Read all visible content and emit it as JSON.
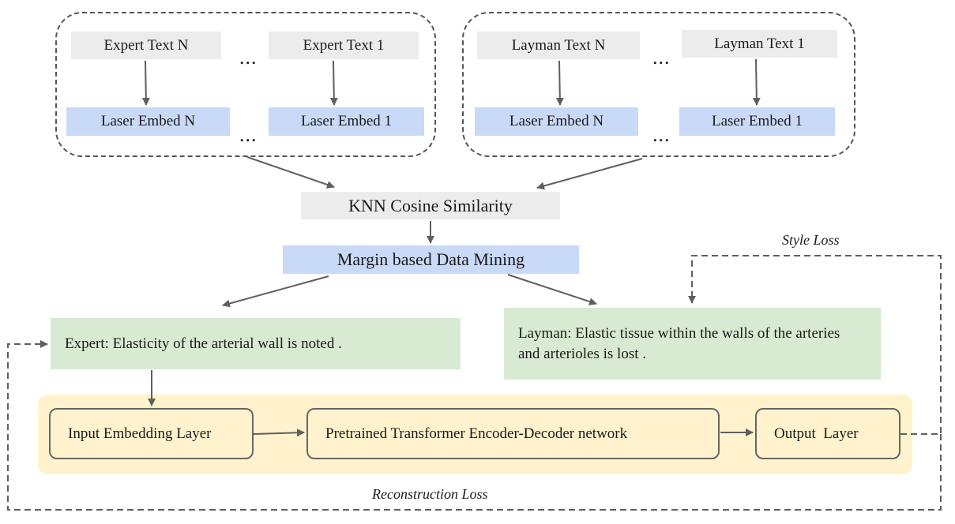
{
  "expert_group": {
    "text_n": "Expert Text N",
    "text_1": "Expert Text 1",
    "embed_n": "Laser Embed N",
    "embed_1": "Laser Embed 1",
    "dots": "..."
  },
  "layman_group": {
    "text_n": "Layman Text N",
    "text_1": "Layman Text 1",
    "embed_n": "Laser Embed N",
    "embed_1": "Laser Embed 1",
    "dots": "..."
  },
  "knn": "KNN Cosine Similarity",
  "margin_mining": "Margin based Data Mining",
  "expert_example": "Expert: Elasticity of the arterial wall is noted .",
  "layman_example": "Layman: Elastic tissue within the walls of the arteries and arterioles is lost .",
  "model": {
    "input_layer": "Input Embedding Layer",
    "transformer": "Pretrained Transformer Encoder-Decoder network",
    "output_layer": "Output  Layer"
  },
  "losses": {
    "style": "Style Loss",
    "reconstruction": "Reconstruction Loss"
  },
  "colors": {
    "gray_box": "#ececec",
    "blue_box": "#c9daf8",
    "green_box": "#d9ead3",
    "yellow_box": "#fff2cc",
    "arrow": "#5f5f5f"
  }
}
